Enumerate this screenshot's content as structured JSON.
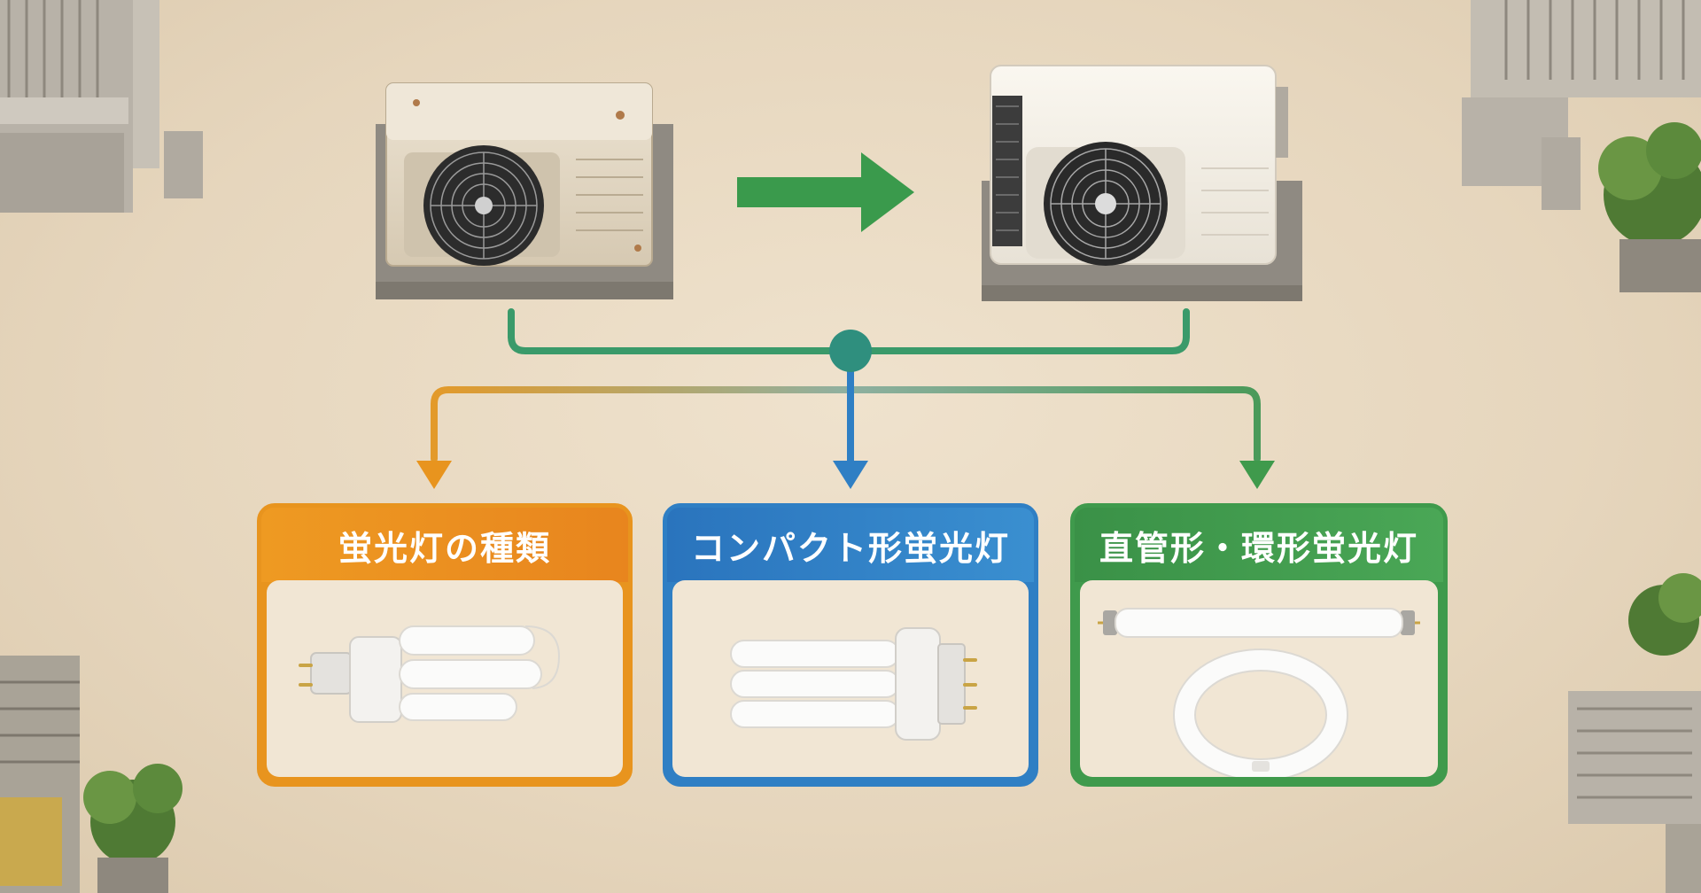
{
  "cards": [
    {
      "title": "蛍光灯の種類",
      "accent": "#e8941e"
    },
    {
      "title": "コンパクト形蛍光灯",
      "accent": "#2f7fc4"
    },
    {
      "title": "直管形・環形蛍光灯",
      "accent": "#3f9a4c"
    }
  ],
  "colors": {
    "arrow_green": "#3a9a4c",
    "connector_teal": "#2f8f7e",
    "background": "#eadcc6"
  },
  "icons": {
    "old_unit": "old-air-conditioner-unit",
    "new_unit": "new-air-conditioner-unit",
    "transition": "right-arrow-icon",
    "hub": "connector-node-icon",
    "lamp_1": "compact-fluorescent-lamp-icon",
    "lamp_2": "compact-fluorescent-lamp-icon",
    "lamp_3a": "straight-tube-lamp-icon",
    "lamp_3b": "circular-lamp-icon"
  }
}
